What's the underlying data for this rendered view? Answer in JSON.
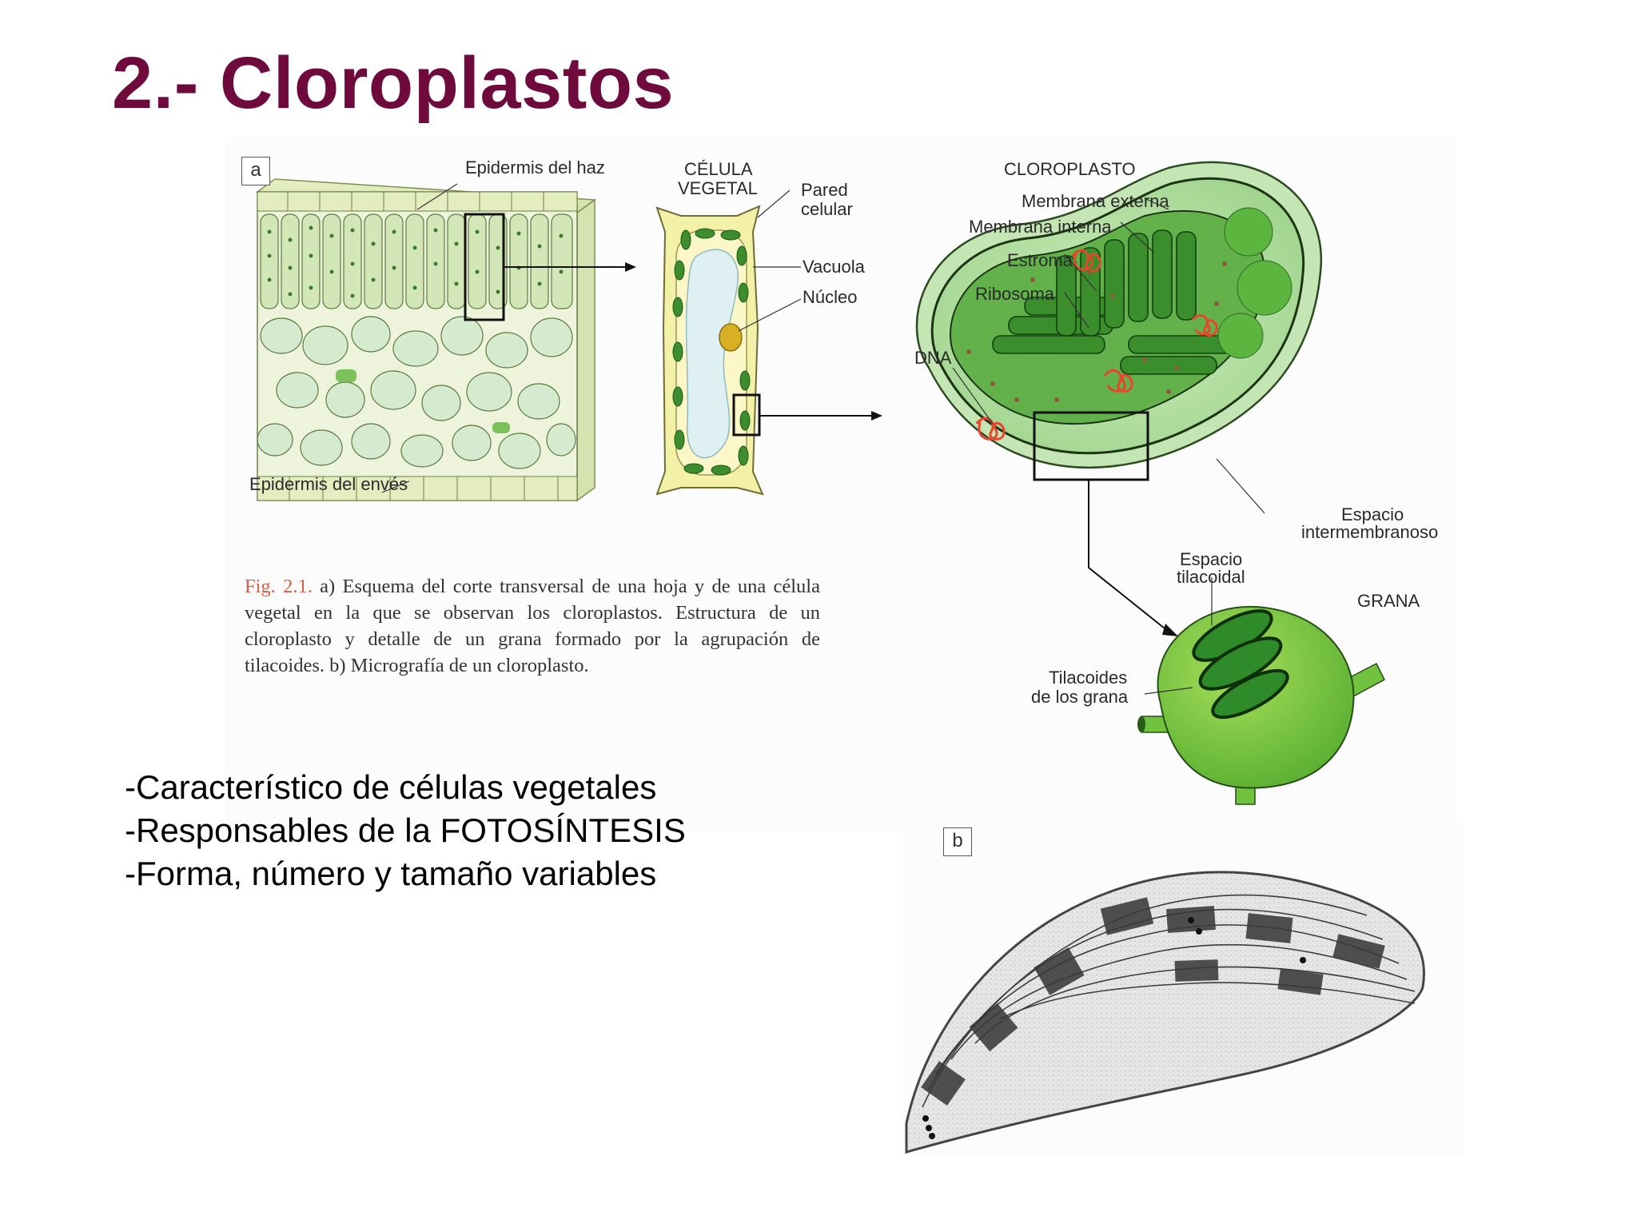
{
  "slide": {
    "title": "2.- Cloroplastos",
    "bullets": [
      "-Característico de células vegetales",
      "-Responsables de la FOTOSÍNTESIS",
      "-Forma, número y tamaño variables"
    ]
  },
  "figure": {
    "panel_a": "a",
    "panel_b": "b",
    "leaf": {
      "upper_epidermis": "Epidermis del haz",
      "lower_epidermis": "Epidermis del envés"
    },
    "cell": {
      "title_line1": "CÉLULA",
      "title_line2": "VEGETAL",
      "wall_line1": "Pared",
      "wall_line2": "celular",
      "vacuole": "Vacuola",
      "nucleus": "Núcleo"
    },
    "chloroplast": {
      "title": "CLOROPLASTO",
      "outer_membrane": "Membrana externa",
      "inner_membrane": "Membrana interna",
      "stroma": "Estroma",
      "ribosome": "Ribosoma",
      "dna": "DNA",
      "intermembrane_line1": "Espacio",
      "intermembrane_line2": "intermembranoso"
    },
    "grana": {
      "title": "GRANA",
      "thylakoid_space_line1": "Espacio",
      "thylakoid_space_line2": "tilacoidal",
      "thylakoids_line1": "Tilacoides",
      "thylakoids_line2": "de los grana"
    },
    "caption": {
      "fig_label": "Fig. 2.1.",
      "text": " a) Esquema del corte transversal de una hoja y de una célula vegetal en la que se observan los cloroplastos. Estructura de un cloroplasto y detalle de un grana formado por la agrupación de tilacoides. b) Micrografía de un cloroplasto."
    }
  },
  "colors": {
    "title": "#6e0a3c",
    "caption_fig": "#d9604a",
    "leaf_green": "#5fae4a",
    "dark_green": "#2f7d2a",
    "dna_red": "#e8452c"
  }
}
